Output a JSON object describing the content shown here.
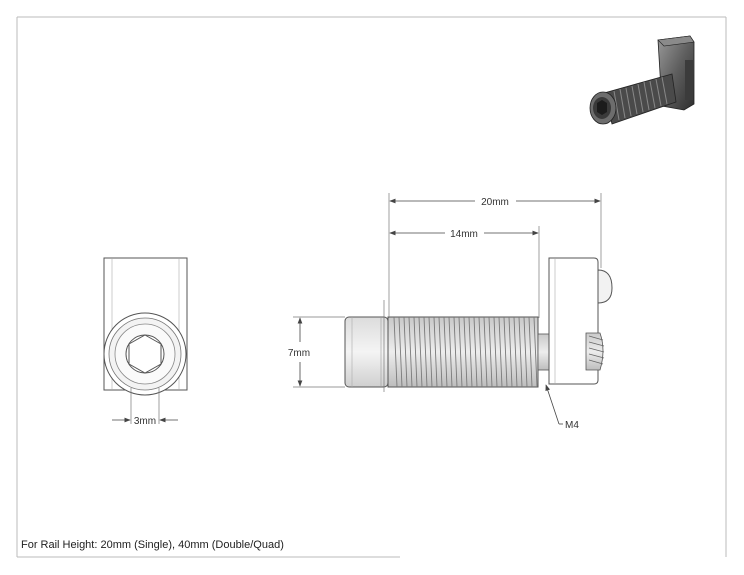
{
  "dimensions": {
    "overall_length": "20mm",
    "thread_length": "14mm",
    "head_diameter": "7mm",
    "hex_size": "3mm",
    "thread_spec": "M4"
  },
  "footer": {
    "note": "For Rail Height: 20mm (Single), 40mm (Double/Quad)"
  },
  "colors": {
    "line": "#555555",
    "border": "#bbbbbb",
    "body_light": "#e8e8e8",
    "body_dark": "#6a6a6a"
  }
}
